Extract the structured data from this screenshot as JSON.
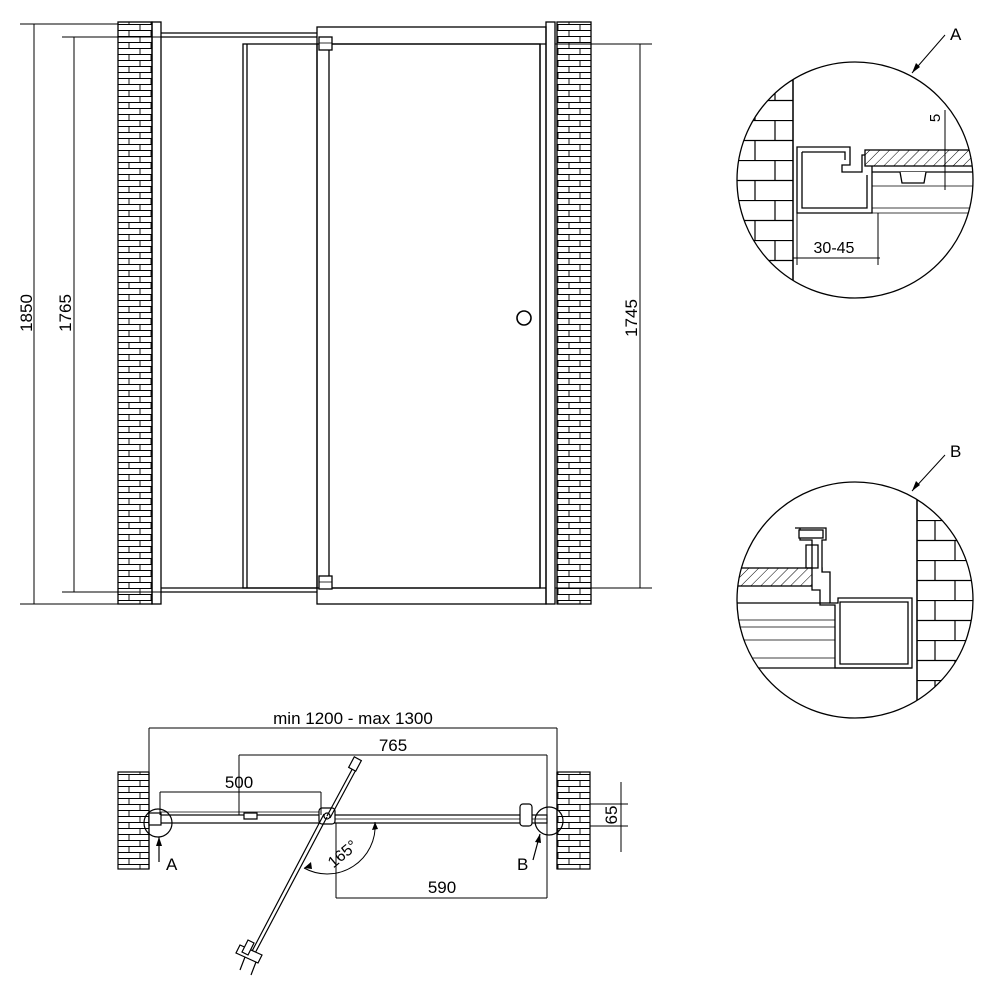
{
  "elevation": {
    "dims": {
      "total_height": "1850",
      "fixed_panel_height": "1765",
      "door_height": "1745"
    }
  },
  "plan": {
    "dims": {
      "width_range": "min 1200 - max 1300",
      "door_span": "765",
      "fixed_panel": "500",
      "opening": "590",
      "depth": "65",
      "angle": "165°"
    },
    "callouts": {
      "a": "A",
      "b": "B"
    }
  },
  "detail_a": {
    "label": "A",
    "dims": {
      "gap": "5",
      "adjust": "30-45"
    }
  },
  "detail_b": {
    "label": "B"
  }
}
